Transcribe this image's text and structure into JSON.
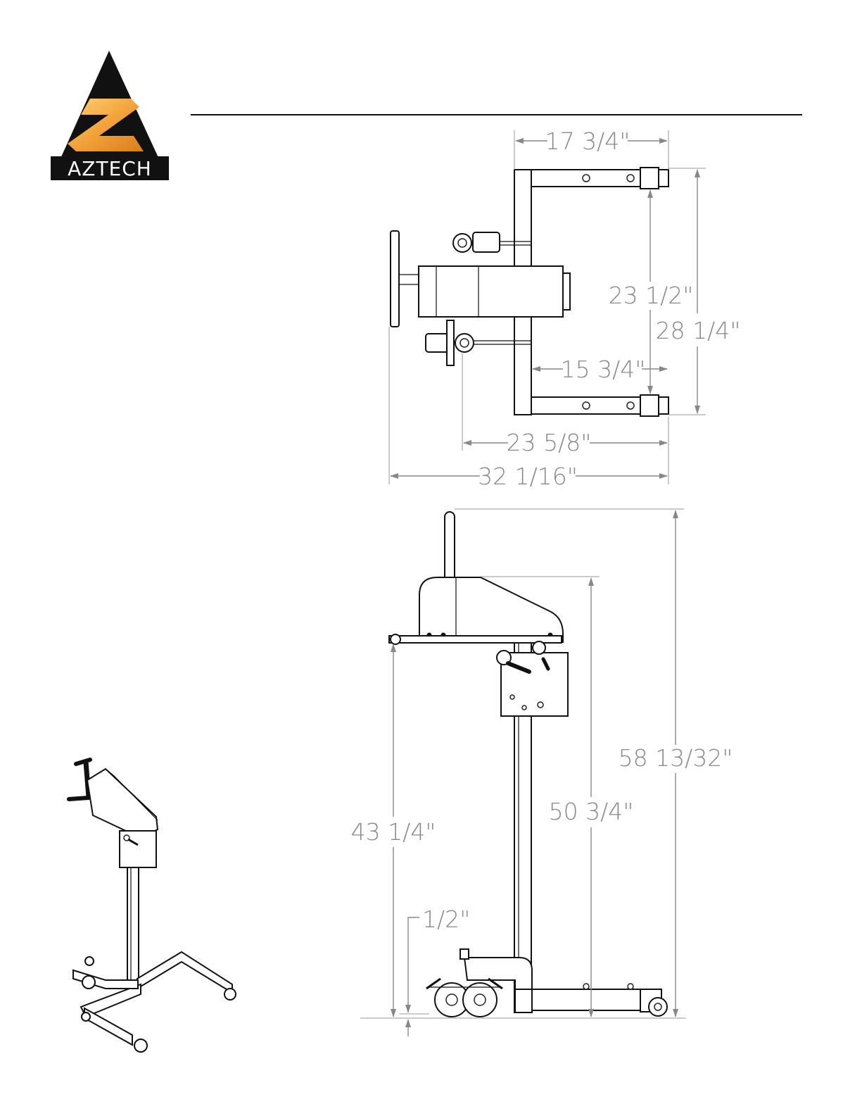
{
  "brand": {
    "name": "AZTECH"
  },
  "top_view": {
    "dims": {
      "width_top": "17 3/4\"",
      "inner_length": "23 1/2\"",
      "outer_length": "28 1/4\"",
      "inner_width": "15 3/4\"",
      "caster_span": "23 5/8\"",
      "overall_depth": "32 1/16\""
    }
  },
  "side_view": {
    "dims": {
      "overall_height": "58 13/32\"",
      "housing_height": "50 3/4\"",
      "lower_height": "43 1/4\"",
      "ground_clearance": "1/2\""
    }
  },
  "colors": {
    "dimension": "#8a8a8a",
    "logo_gold": "#f2a33a",
    "logo_dark": "#111111"
  }
}
